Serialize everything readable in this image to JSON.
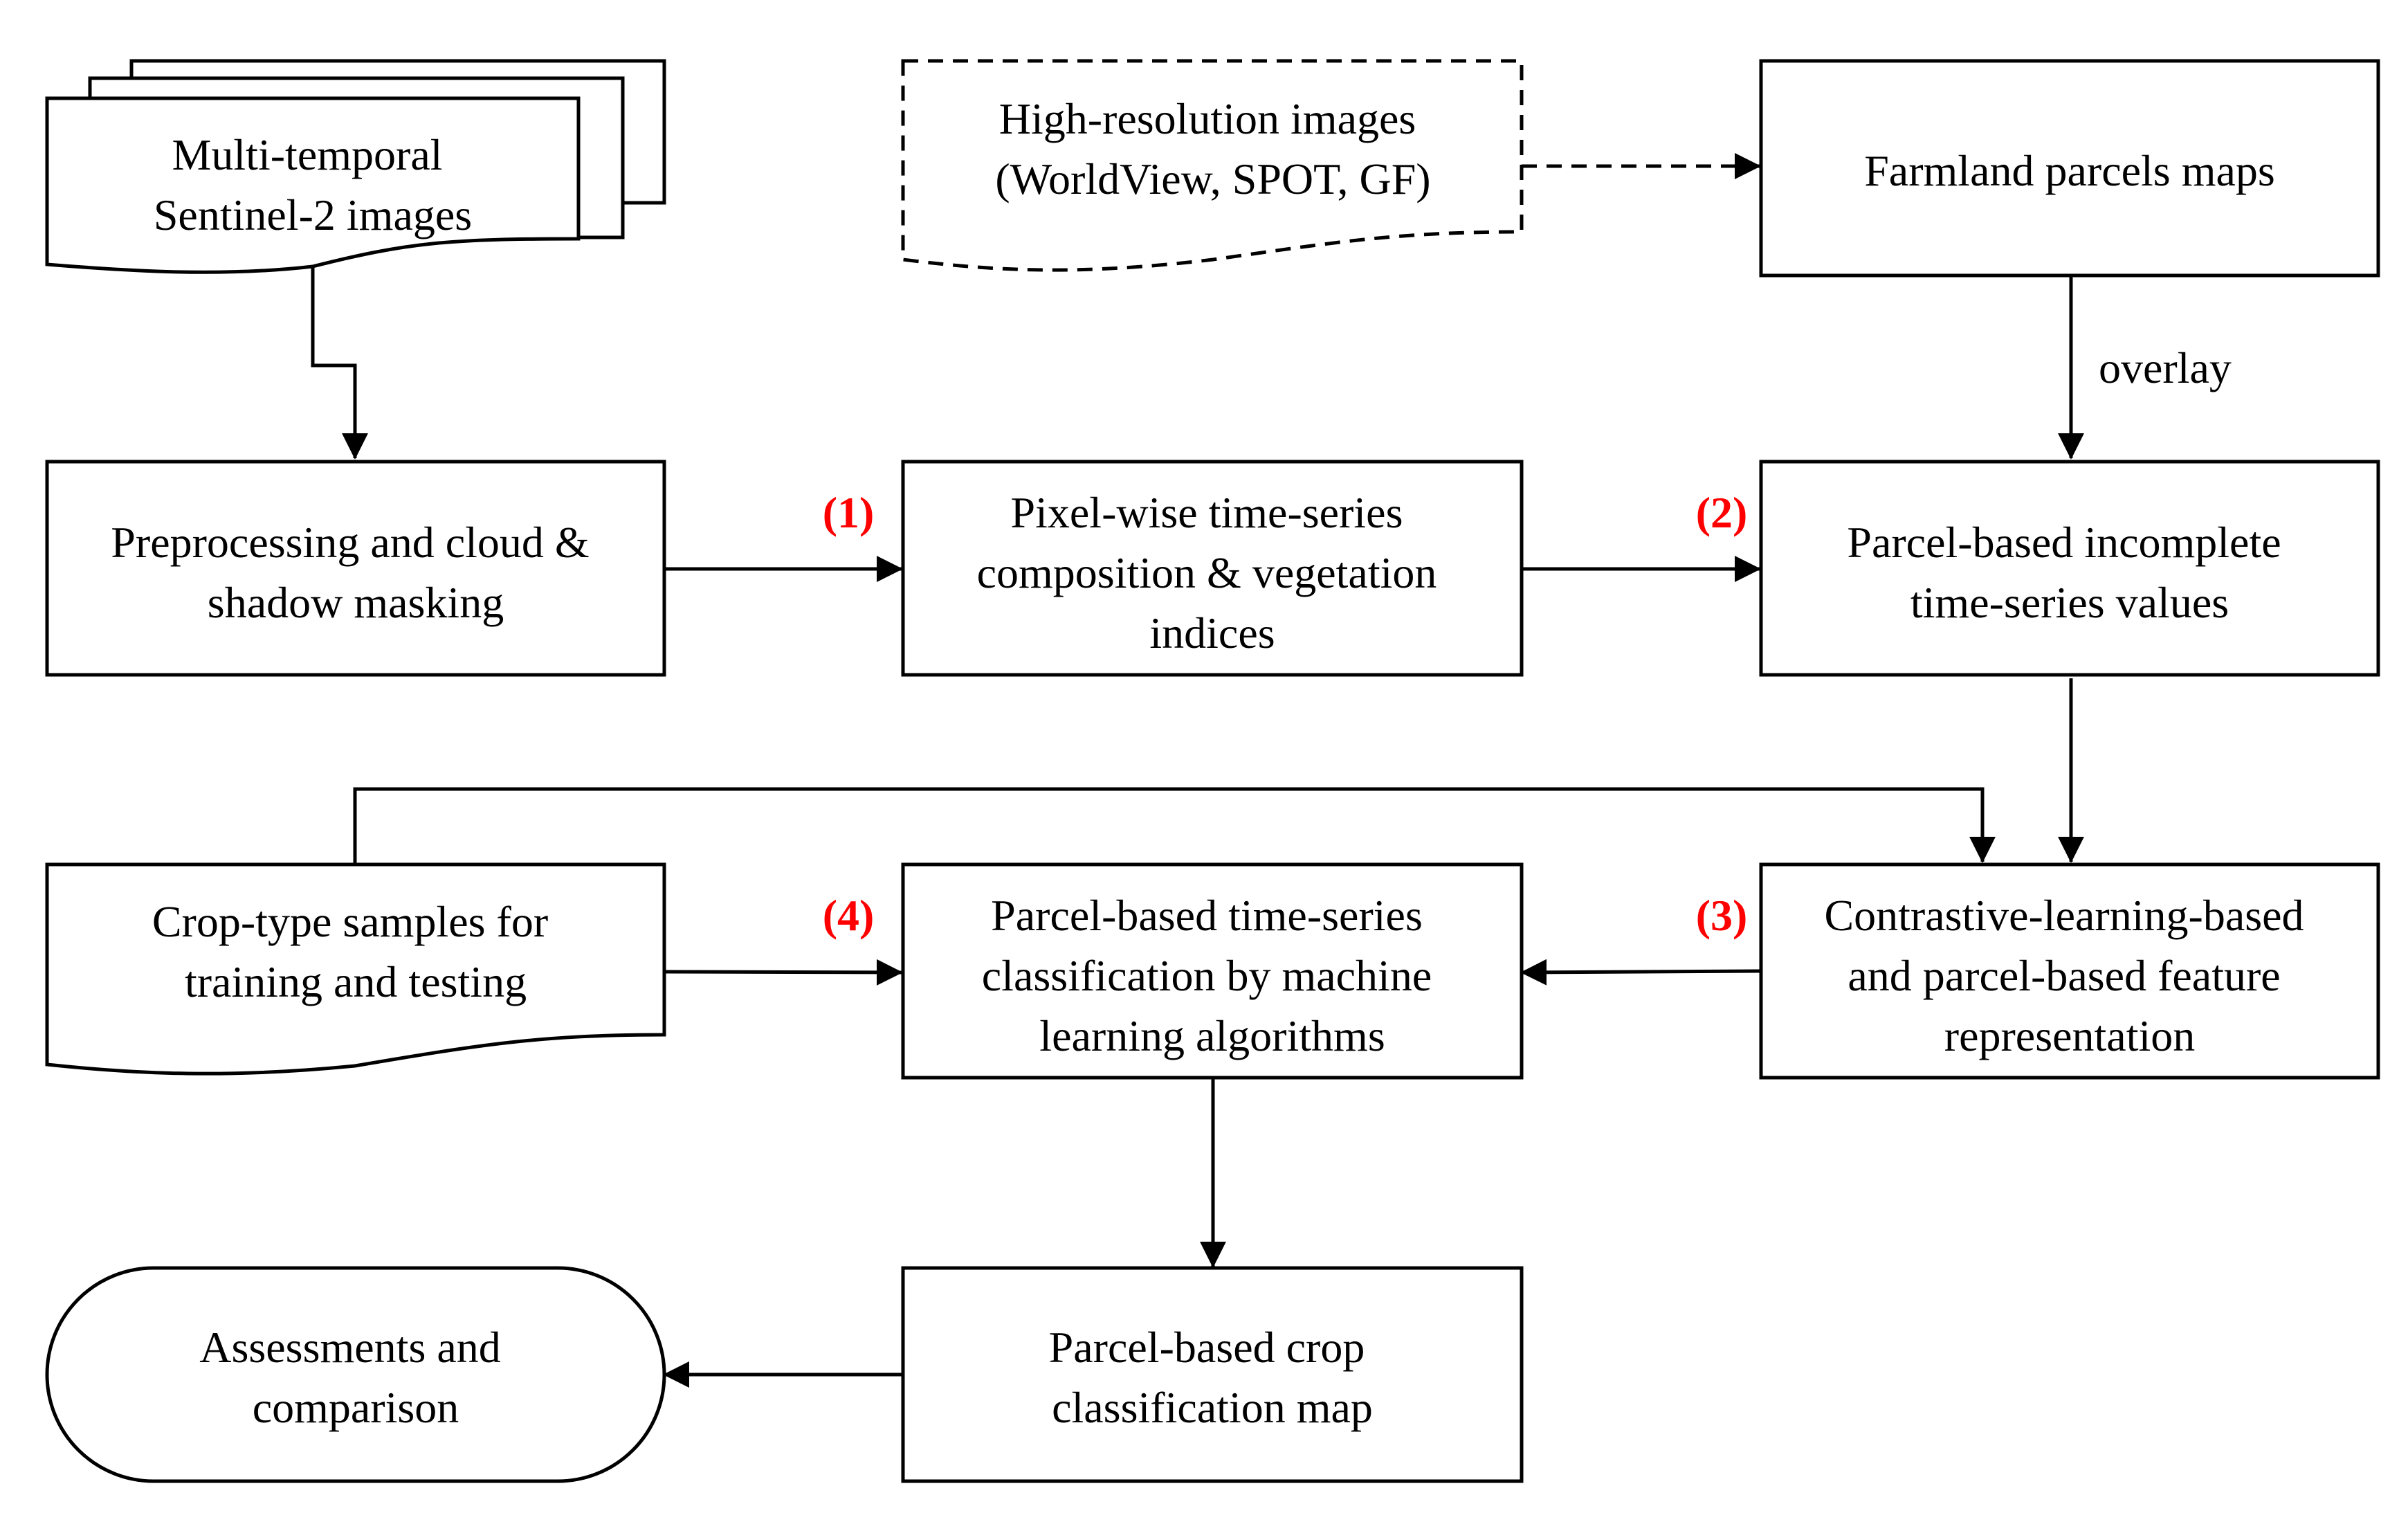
{
  "colors": {
    "stroke": "#000000",
    "fill": "#ffffff",
    "step_label": "#ff0000"
  },
  "nodes": {
    "sentinel_images": [
      "Multi-temporal",
      "Sentinel-2 images"
    ],
    "high_res_images": [
      "High-resolution images",
      "(WorldView, SPOT, GF)"
    ],
    "farmland_parcels": [
      "Farmland parcels maps"
    ],
    "preprocessing": [
      "Preprocessing and cloud &",
      "shadow masking"
    ],
    "pixel_wise": [
      "Pixel-wise time-series",
      "composition & vegetation",
      "indices"
    ],
    "parcel_incomplete": [
      "Parcel-based incomplete",
      "time-series values"
    ],
    "crop_samples": [
      "Crop-type samples for",
      "training and testing"
    ],
    "parcel_classification": [
      "Parcel-based time-series",
      "classification by machine",
      "learning algorithms"
    ],
    "contrastive": [
      "Contrastive-learning-based",
      "and parcel-based feature",
      "representation"
    ],
    "assessments": [
      "Assessments and",
      "comparison"
    ],
    "crop_map": [
      "Parcel-based crop",
      "classification map"
    ]
  },
  "edge_labels": {
    "overlay": "overlay"
  },
  "step_labels": {
    "step1": "(1)",
    "step2": "(2)",
    "step3": "(3)",
    "step4": "(4)"
  }
}
